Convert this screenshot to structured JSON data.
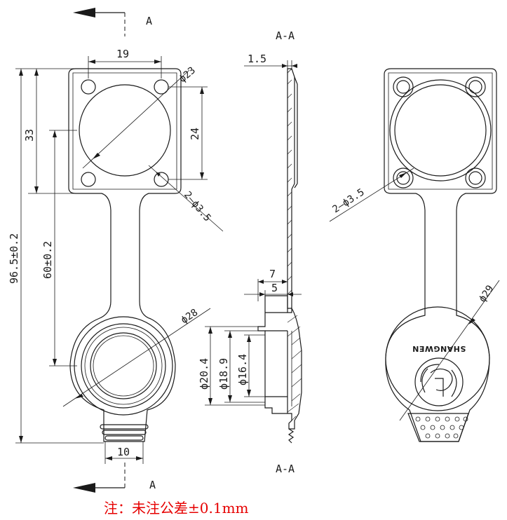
{
  "section": {
    "label_top": "A",
    "label_bottom": "A",
    "view_title_top": "A-A",
    "view_title_bottom": "A-A"
  },
  "front_view": {
    "dim_hole_spacing": "19",
    "dim_flange_dia": "ϕ23",
    "dim_flange_height": "33",
    "dim_hole_vertical": "24",
    "dim_holes": "2—ϕ3.5",
    "dim_total_length": "96.5±0.2",
    "dim_center_distance": "60±0.2",
    "dim_cap_dia": "ϕ28",
    "dim_tab_width": "10"
  },
  "section_view": {
    "dim_thickness": "1.5",
    "dim_depth_7": "7",
    "dim_depth_5": "5",
    "dim_dia_20_4": "ϕ20.4",
    "dim_dia_18_9": "ϕ18.9",
    "dim_dia_16_4": "ϕ16.4"
  },
  "back_view": {
    "dim_holes": "2—ϕ3.5",
    "dim_cap_dia": "ϕ29",
    "brand_text": "SHANGWEN"
  },
  "note": "注：未注公差±0.1mm",
  "colors": {
    "line": "#1a1a1a",
    "note": "#e60000"
  }
}
